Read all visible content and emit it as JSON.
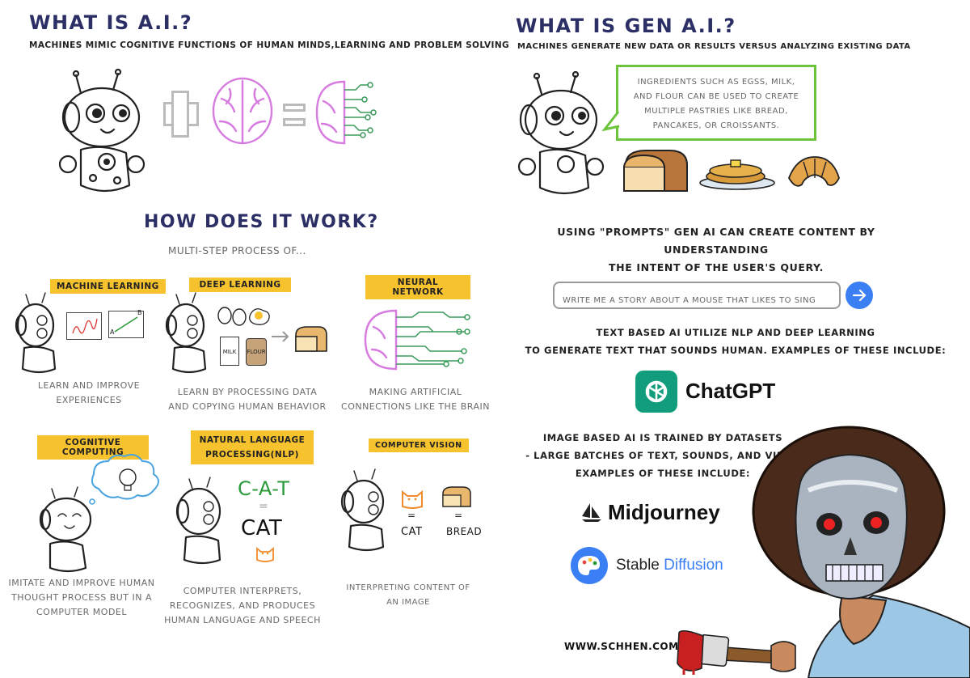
{
  "left": {
    "title": "WHAT IS A.I.?",
    "subtitle": "MACHINES MIMIC COGNITIVE FUNCTIONS OF HUMAN MINDS,LEARNING AND PROBLEM SOLVING",
    "how_title": "HOW DOES IT WORK?",
    "how_sub": "MULTI-STEP PROCESS OF...",
    "steps": [
      {
        "label": "MACHINE LEARNING",
        "desc1": "LEARN AND IMPROVE",
        "desc2": "EXPERIENCES"
      },
      {
        "label": "DEEP LEARNING",
        "desc1": "LEARN BY PROCESSING DATA",
        "desc2": "AND COPYING HUMAN BEHAVIOR"
      },
      {
        "label": "NEURAL NETWORK",
        "desc1": "MAKING ARTIFICIAL",
        "desc2": "CONNECTIONS LIKE THE BRAIN"
      },
      {
        "label": "COGNITIVE COMPUTING",
        "desc1": "IMITATE AND IMPROVE HUMAN",
        "desc2": "THOUGHT PROCESS BUT IN A",
        "desc3": "COMPUTER MODEL"
      },
      {
        "label1": "NATURAL LANGUAGE",
        "label2": "PROCESSING(NLP)",
        "desc1": "COMPUTER INTERPRETS,",
        "desc2": "RECOGNIZES, AND PRODUCES",
        "desc3": "HUMAN LANGUAGE AND SPEECH"
      },
      {
        "label": "COMPUTER VISION",
        "desc1": "INTERPRETING CONTENT OF",
        "desc2": "AN IMAGE"
      }
    ],
    "ml_a": "A",
    "ml_b": "B",
    "milk": "MILK",
    "flour": "FLOUR",
    "nlp_cat1": "C-A-T",
    "nlp_eq": "=",
    "nlp_cat2": "CAT",
    "cv_cat": "CAT",
    "cv_bread": "BREAD",
    "cv_eq": "="
  },
  "right": {
    "title": "WHAT IS GEN A.I.?",
    "subtitle": "MACHINES GENERATE NEW DATA OR RESULTS VERSUS ANALYZING EXISTING DATA",
    "bubble": [
      "INGREDIENTS SUCH AS EGSS, MILK,",
      "AND FLOUR CAN BE USED TO CREATE",
      "MULTIPLE PASTRIES LIKE BREAD,",
      "PANCAKES, OR CROISSANTS."
    ],
    "prompts1": "USING \"PROMPTS\" GEN AI CAN CREATE CONTENT BY UNDERSTANDING",
    "prompts2": "THE INTENT OF THE  USER'S QUERY.",
    "prompt_input": "WRITE ME A STORY ABOUT A MOUSE THAT LIKES TO SING",
    "text1": "TEXT BASED AI UTILIZE NLP AND DEEP LEARNING",
    "text2": "TO GENERATE TEXT THAT SOUNDS HUMAN. EXAMPLES OF THESE INCLUDE:",
    "chatgpt": "ChatGPT",
    "image1": "IMAGE BASED AI IS TRAINED BY DATASETS",
    "image2": "- LARGE BATCHES OF TEXT, SOUNDS, AND VIDEO",
    "image3": "EXAMPLES OF THESE INCLUDE:",
    "midjourney": "Midjourney",
    "sd1": "Stable ",
    "sd2": "Diffusion",
    "website": "WWW.SCHHEN.COM"
  },
  "colors": {
    "title": "#2c2f66",
    "label": "#f6c22e",
    "pink": "#d77be0",
    "green": "#3a9a5a",
    "bubble": "#6bc43a",
    "arrow": "#3b7ff5",
    "chatgpt": "#119c7b"
  }
}
